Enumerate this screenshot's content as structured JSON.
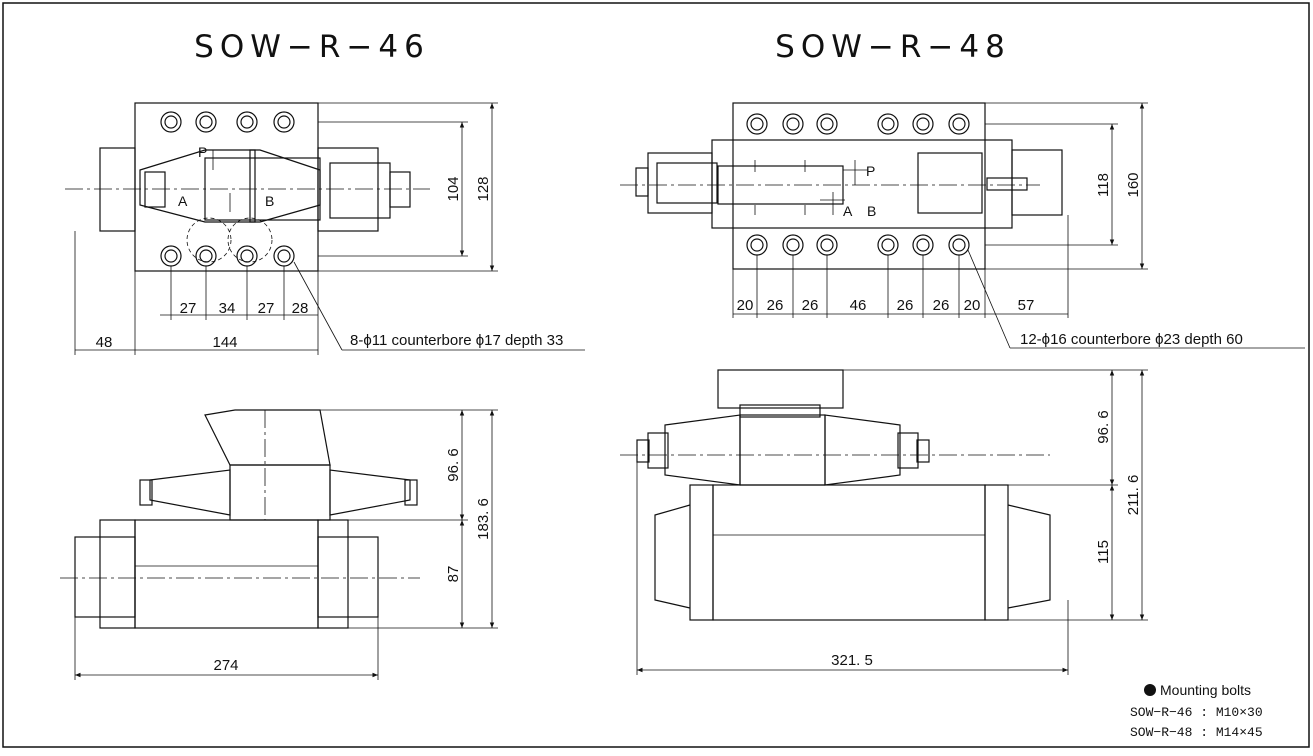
{
  "titles": {
    "left": "SOW−R−46",
    "right": "SOW−R−48"
  },
  "left_top": {
    "dims": {
      "d27a": "27",
      "d34": "34",
      "d27b": "27",
      "d28": "28",
      "d48": "48",
      "d144": "144",
      "d104": "104",
      "d128": "128"
    },
    "note": "8-ϕ11 counterbore ϕ17 depth 33",
    "ports": {
      "p": "P",
      "a": "A",
      "b": "B"
    }
  },
  "right_top": {
    "dims": {
      "d20a": "20",
      "d26a": "26",
      "d26b": "26",
      "d46": "46",
      "d26c": "26",
      "d26d": "26",
      "d20b": "20",
      "d57": "57",
      "d118": "118",
      "d160": "160"
    },
    "note": "12-ϕ16 counterbore ϕ23 depth 60",
    "ports": {
      "p": "P",
      "a": "A",
      "b": "B"
    }
  },
  "left_side": {
    "dims": {
      "d96_6": "96. 6",
      "d183_6": "183. 6",
      "d87": "87",
      "d274": "274"
    }
  },
  "right_side": {
    "dims": {
      "d96_6": "96. 6",
      "d211_6": "211. 6",
      "d115": "115",
      "d321_5": "321. 5"
    }
  },
  "legend": {
    "marker_icon": "filled-circle-icon",
    "title": "Mounting bolts",
    "line1": "SOW−R−46 : M10×30",
    "line2": "SOW−R−48 : M14×45"
  }
}
